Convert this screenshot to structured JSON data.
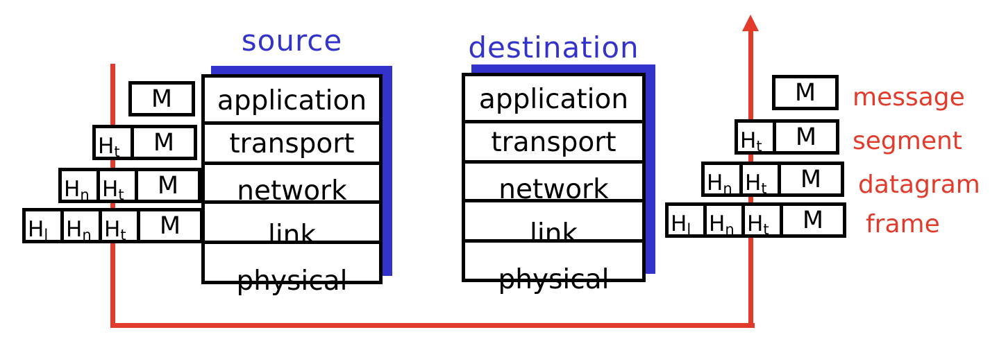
{
  "titles": {
    "source": "source",
    "destination": "destination"
  },
  "layers": [
    "application",
    "transport",
    "network",
    "link",
    "physical"
  ],
  "packets": {
    "rows": [
      {
        "pdu_label": "message",
        "cells": [
          {
            "text": "M"
          }
        ]
      },
      {
        "pdu_label": "segment",
        "cells": [
          {
            "base": "H",
            "sub": "t"
          },
          {
            "text": "M"
          }
        ]
      },
      {
        "pdu_label": "datagram",
        "cells": [
          {
            "base": "H",
            "sub": "n"
          },
          {
            "base": "H",
            "sub": "t"
          },
          {
            "text": "M"
          }
        ]
      },
      {
        "pdu_label": "frame",
        "cells": [
          {
            "base": "H",
            "sub": "l"
          },
          {
            "base": "H",
            "sub": "n"
          },
          {
            "base": "H",
            "sub": "t"
          },
          {
            "text": "M"
          }
        ]
      }
    ]
  },
  "colors": {
    "accent_blue": "#3333cc",
    "accent_red": "#e23b2c",
    "stack_border": "#000000"
  }
}
